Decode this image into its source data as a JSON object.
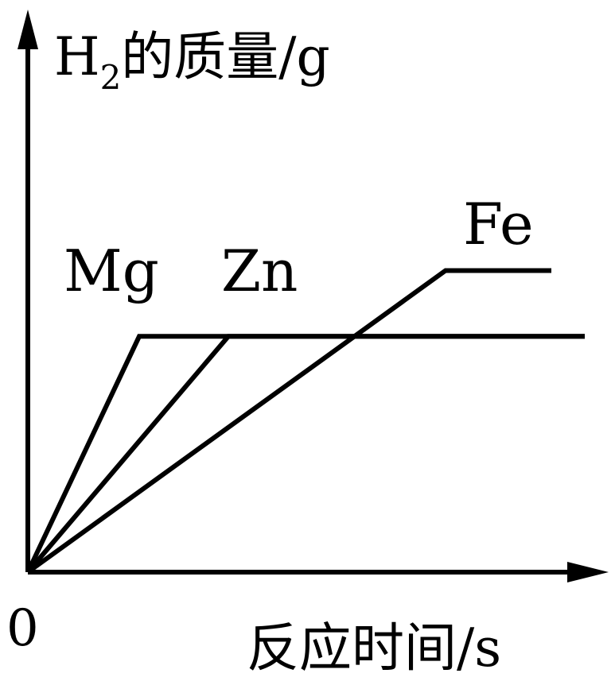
{
  "chart_data": {
    "type": "line",
    "xlabel": "反应时间/s",
    "ylabel": {
      "main": "H",
      "sub": "2",
      "rest": "的质量/g"
    },
    "origin_label": "0",
    "xlim": [
      0,
      10
    ],
    "ylim": [
      0,
      10
    ],
    "series": [
      {
        "name": "Mg",
        "x": [
          0,
          2,
          10
        ],
        "y": [
          0,
          4.3,
          4.3
        ]
      },
      {
        "name": "Zn",
        "x": [
          0,
          3.6,
          10
        ],
        "y": [
          0,
          4.3,
          4.3
        ]
      },
      {
        "name": "Fe",
        "x": [
          0,
          7.5,
          9.4
        ],
        "y": [
          0,
          5.5,
          5.5
        ]
      }
    ],
    "grid": false,
    "legend": "none"
  }
}
